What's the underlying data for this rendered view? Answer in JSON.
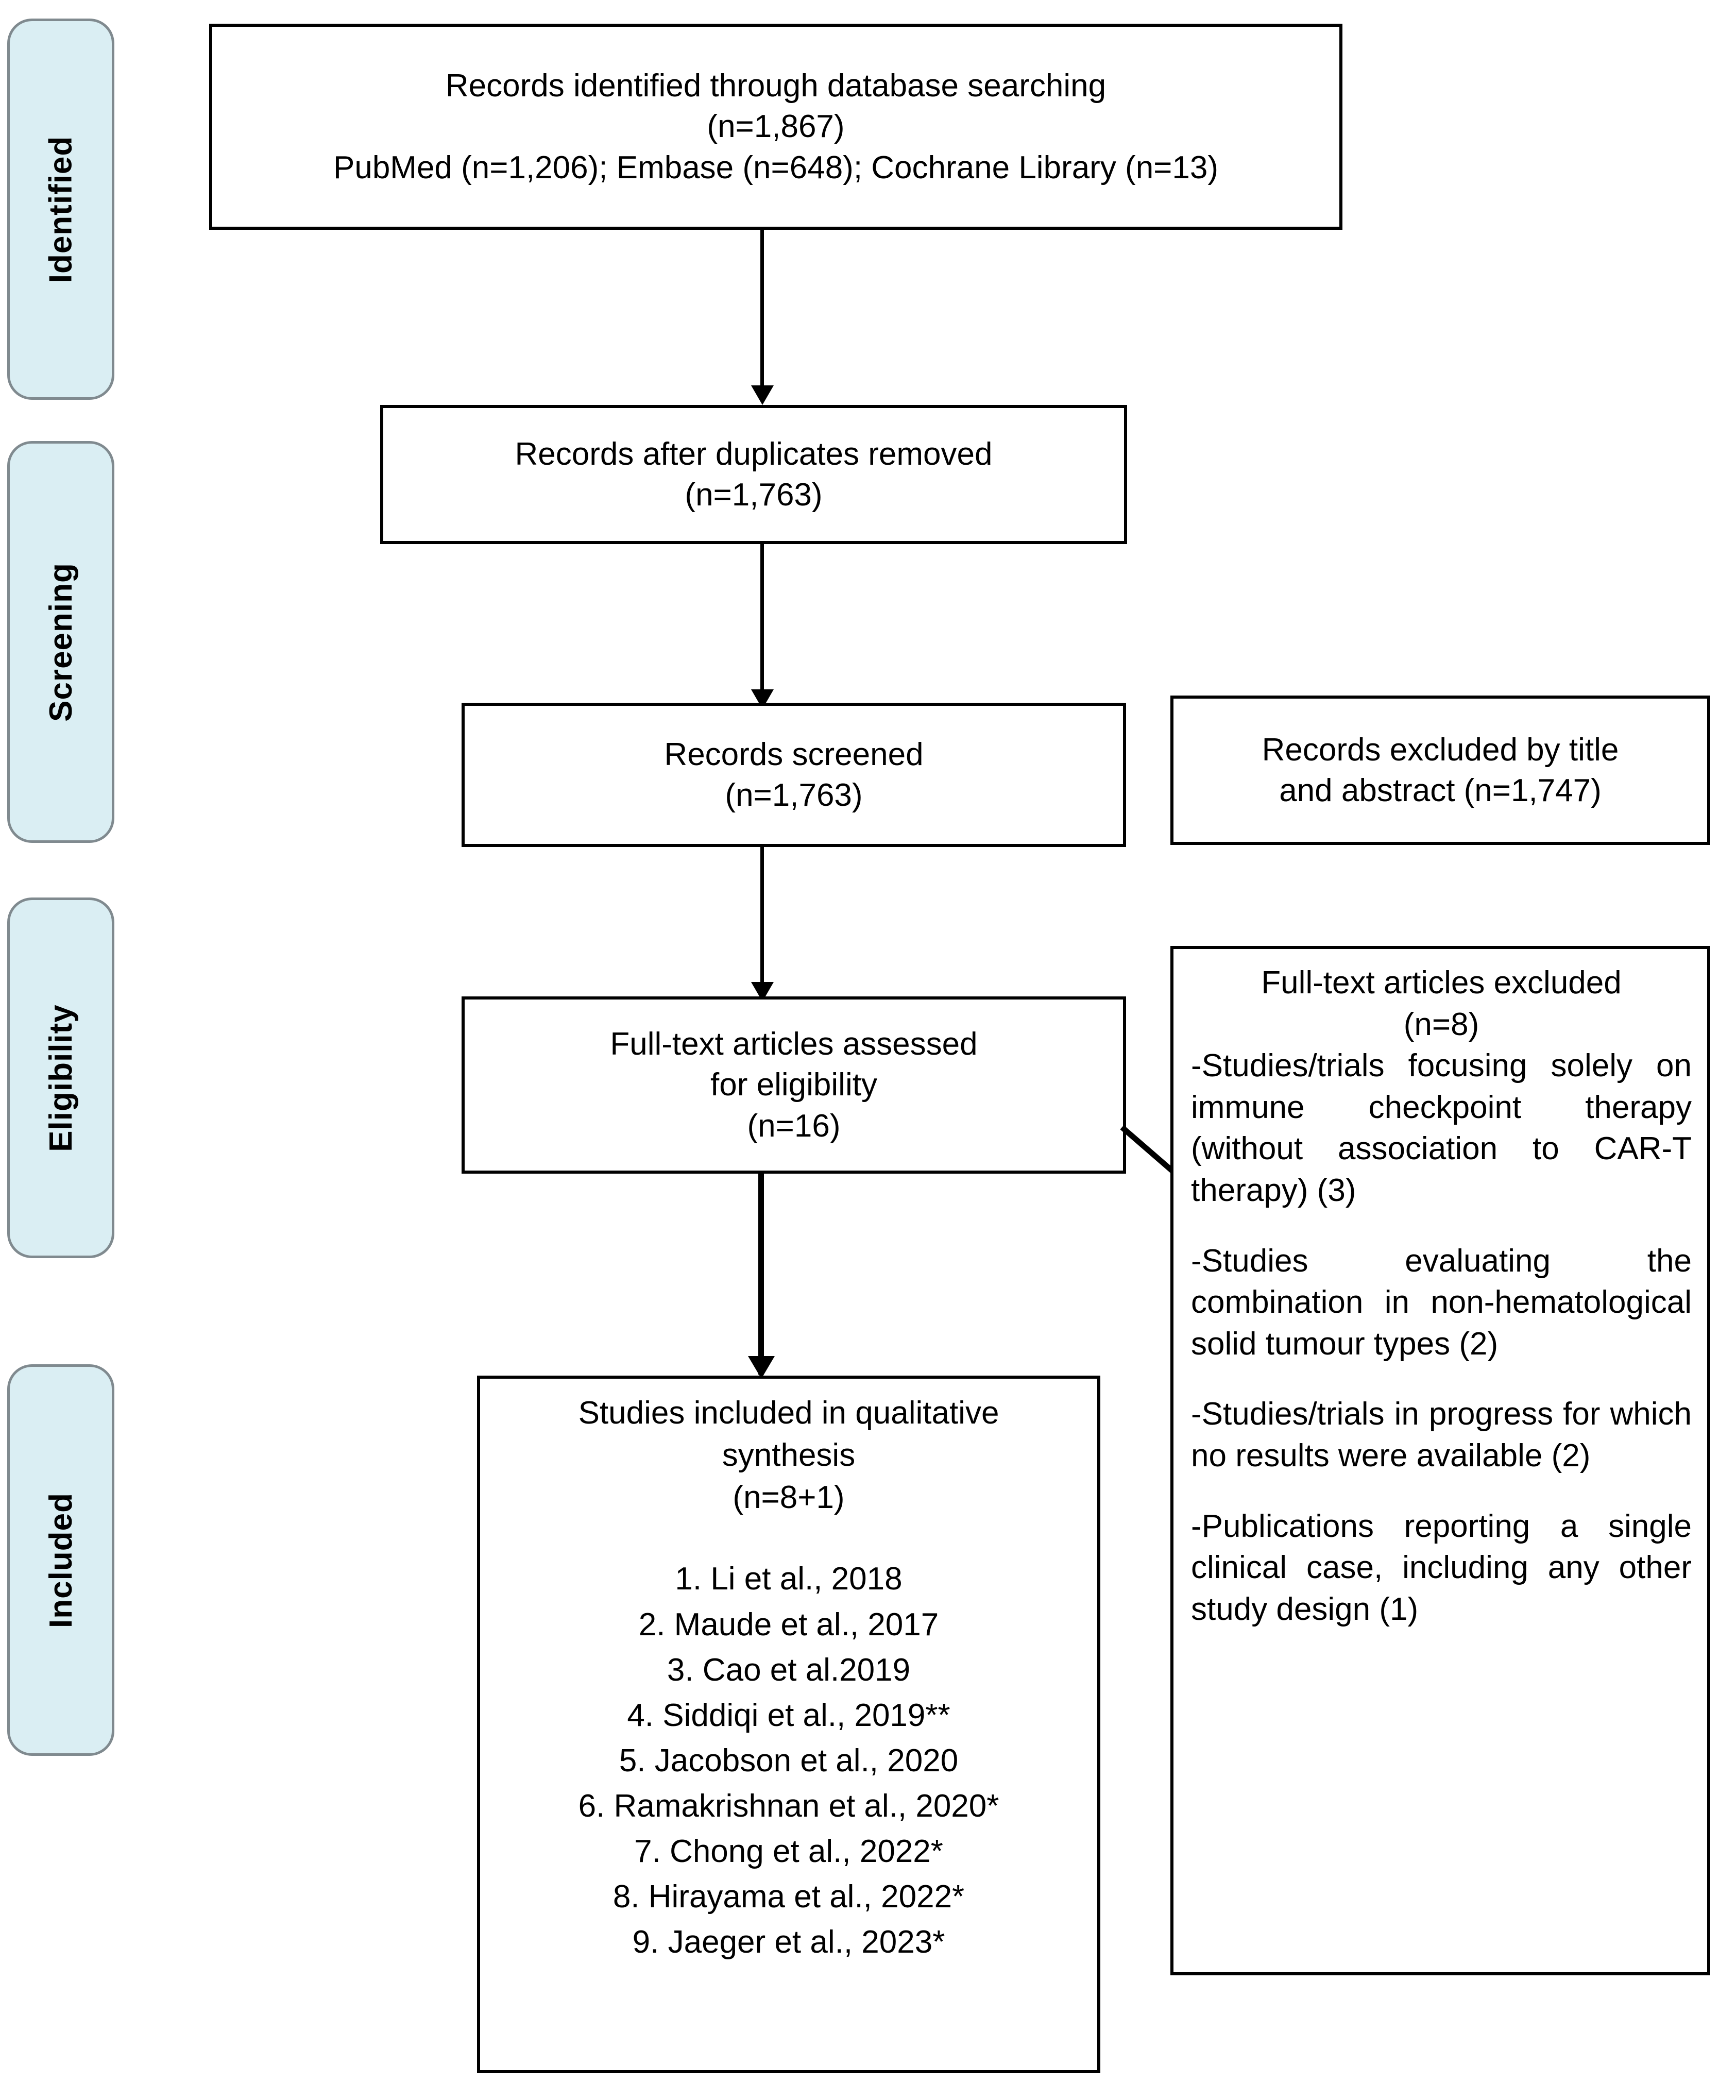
{
  "diagram": {
    "type": "prisma-flow-diagram",
    "stages": [
      {
        "id": "identified",
        "label": "Identified"
      },
      {
        "id": "screening",
        "label": "Screening"
      },
      {
        "id": "eligibility",
        "label": "Eligibility"
      },
      {
        "id": "included",
        "label": "Included"
      }
    ],
    "boxes": {
      "identified": {
        "lines": [
          "Records identified through database searching",
          "(n=1,867)",
          "PubMed (n=1,206); Embase (n=648); Cochrane Library (n=13)"
        ]
      },
      "duplicates_removed": {
        "lines": [
          "Records after duplicates removed",
          "(n=1,763)"
        ]
      },
      "records_screened": {
        "lines": [
          "Records screened",
          "(n=1,763)"
        ]
      },
      "records_excluded": {
        "lines": [
          "Records excluded by title",
          "and abstract (n=1,747)"
        ]
      },
      "fulltext_assessed": {
        "lines": [
          "Full-text articles assessed",
          "for eligibility",
          "(n=16)"
        ]
      },
      "fulltext_excluded": {
        "heading_line1": "Full-text articles excluded",
        "heading_line2": "(n=8)",
        "reasons": [
          "-Studies/trials focusing solely on immune checkpoint therapy (without association to CAR-T therapy) (3)",
          "-Studies evaluating the combination in non-hematological solid tumour types (2)",
          "-Studies/trials in progress for which no results were available (2)",
          "-Publications reporting a single clinical case, including any other study design (1)"
        ]
      },
      "studies_included": {
        "heading": [
          "Studies included in qualitative",
          "synthesis",
          "(n=8+1)"
        ],
        "studies": [
          "1. Li et al., 2018",
          "2. Maude et al., 2017",
          "3. Cao et al.2019",
          "4. Siddiqi et al., 2019**",
          "5. Jacobson et al., 2020",
          "6. Ramakrishnan et al., 2020*",
          "7. Chong et al., 2022*",
          "8. Hirayama et al., 2022*",
          "9. Jaeger et al., 2023*"
        ]
      }
    },
    "colors": {
      "stage_fill": "#daeef3",
      "stage_border": "#808a8f",
      "box_border": "#000000",
      "text": "#000000",
      "background": "#ffffff"
    }
  }
}
